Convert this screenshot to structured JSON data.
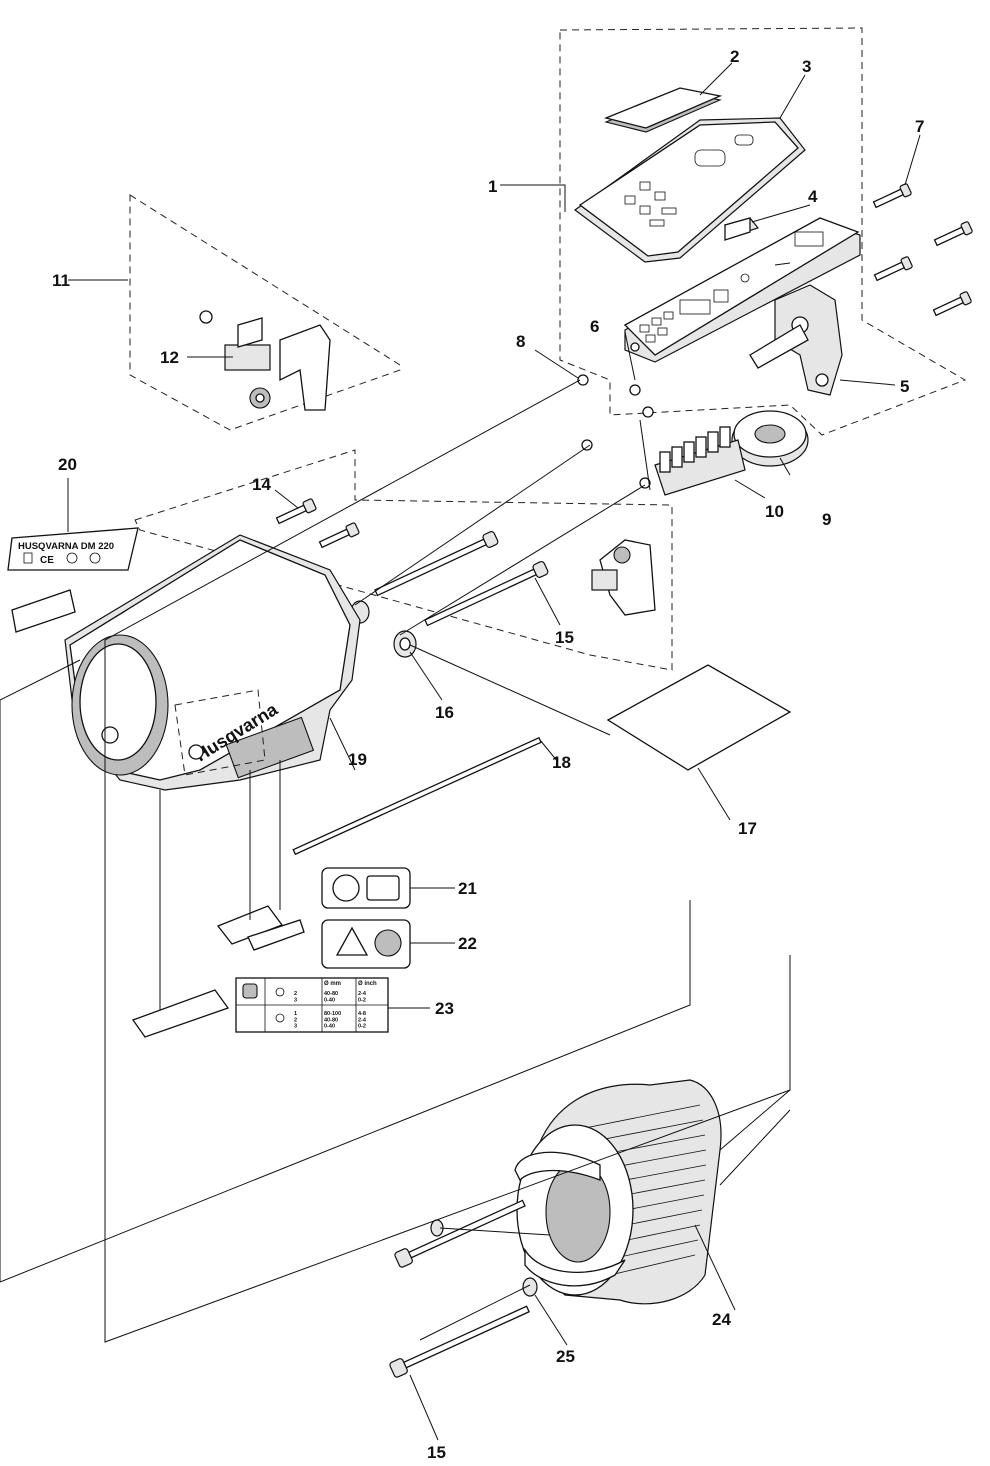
{
  "callouts": {
    "p1": "1",
    "p2": "2",
    "p3": "3",
    "p4": "4",
    "p5": "5",
    "p6": "6",
    "p7": "7",
    "p8": "8",
    "p9": "9",
    "p10": "10",
    "p11": "11",
    "p12": "12",
    "p14": "14",
    "p15a": "15",
    "p15b": "15",
    "p16": "16",
    "p17": "17",
    "p18": "18",
    "p19": "19",
    "p20": "20",
    "p21": "21",
    "p22": "22",
    "p23": "23",
    "p24": "24",
    "p25": "25"
  },
  "labels": {
    "rating_plate_model": "HUSQVARNA DM 220",
    "housing_brand": "Husqvarna",
    "decal23_col_mm": "Ø mm",
    "decal23_col_inch": "Ø inch",
    "decal23_r1_gear": "2\n3",
    "decal23_r1_mm": "40-80\n0-40",
    "decal23_r1_inch": "2-4\n0-2",
    "decal23_r2_gear": "1\n2\n3",
    "decal23_r2_mm": "80-100\n40-80\n0-40",
    "decal23_r2_inch": "4-8\n2-4\n0-2"
  },
  "icons": [
    "weee-bin-icon",
    "ce-mark-icon",
    "certification-mark-icon",
    "hearing-protection-icon",
    "read-manual-icon",
    "warning-triangle-icon",
    "ear-protection-icon",
    "drill-bit-icon",
    "gear-selector-icon"
  ]
}
